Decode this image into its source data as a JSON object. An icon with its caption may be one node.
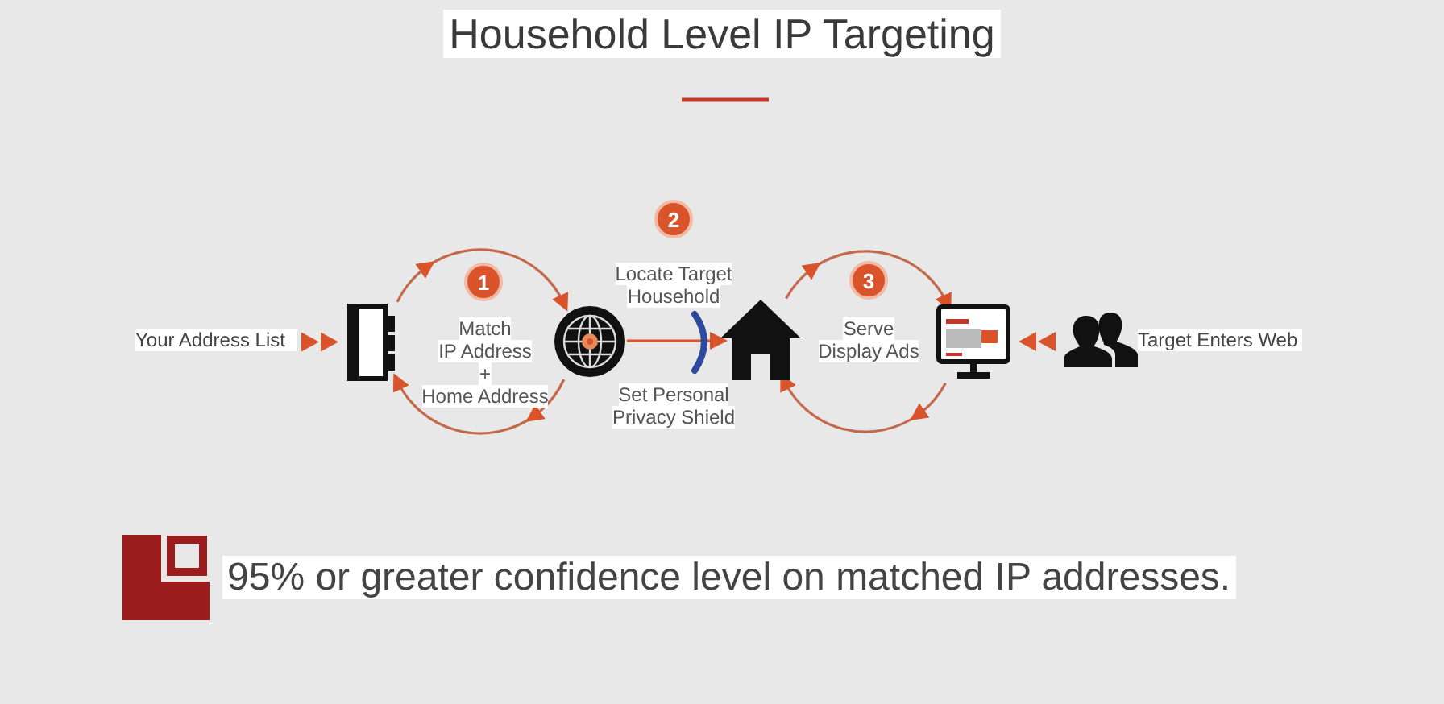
{
  "diagram": {
    "title": "Household Level IP Targeting",
    "nodes": [
      {
        "text": [
          "Your Address List"
        ]
      },
      {
        "text": [],
        "shape": "picture"
      },
      {
        "text": [
          "1"
        ],
        "beside": [
          "Match",
          "IP Address",
          "+",
          "Home Address"
        ]
      },
      {
        "text": [],
        "shape": "picture"
      },
      {
        "text": [
          "2"
        ]
      },
      {
        "text": [],
        "shape": "picture"
      },
      {
        "text": [
          "3"
        ],
        "beside": [
          "Serve Display Ads"
        ]
      },
      {
        "text": [],
        "shape": "picture"
      },
      {
        "text": [],
        "shape": "person"
      },
      {
        "text": [
          "Target Enters Web"
        ]
      }
    ],
    "edges": [
      {
        "from": 0,
        "to": 1,
        "arrow": "to"
      },
      {
        "from": 1,
        "to": 3,
        "arrow": "to"
      },
      {
        "from": 3,
        "to": 1,
        "arrow": "to"
      },
      {
        "from": 3,
        "to": 5,
        "arrow": "to"
      },
      {
        "from": 5,
        "to": 7,
        "arrow": "to"
      },
      {
        "from": 7,
        "to": 5,
        "arrow": "to"
      },
      {
        "from": 8,
        "to": 7,
        "arrow": "to"
      }
    ],
    "labels": [
      "Locate Target Household",
      "Set Personal Privacy Shield",
      "95% or greater confidence level on matched IP addresses."
    ]
  }
}
